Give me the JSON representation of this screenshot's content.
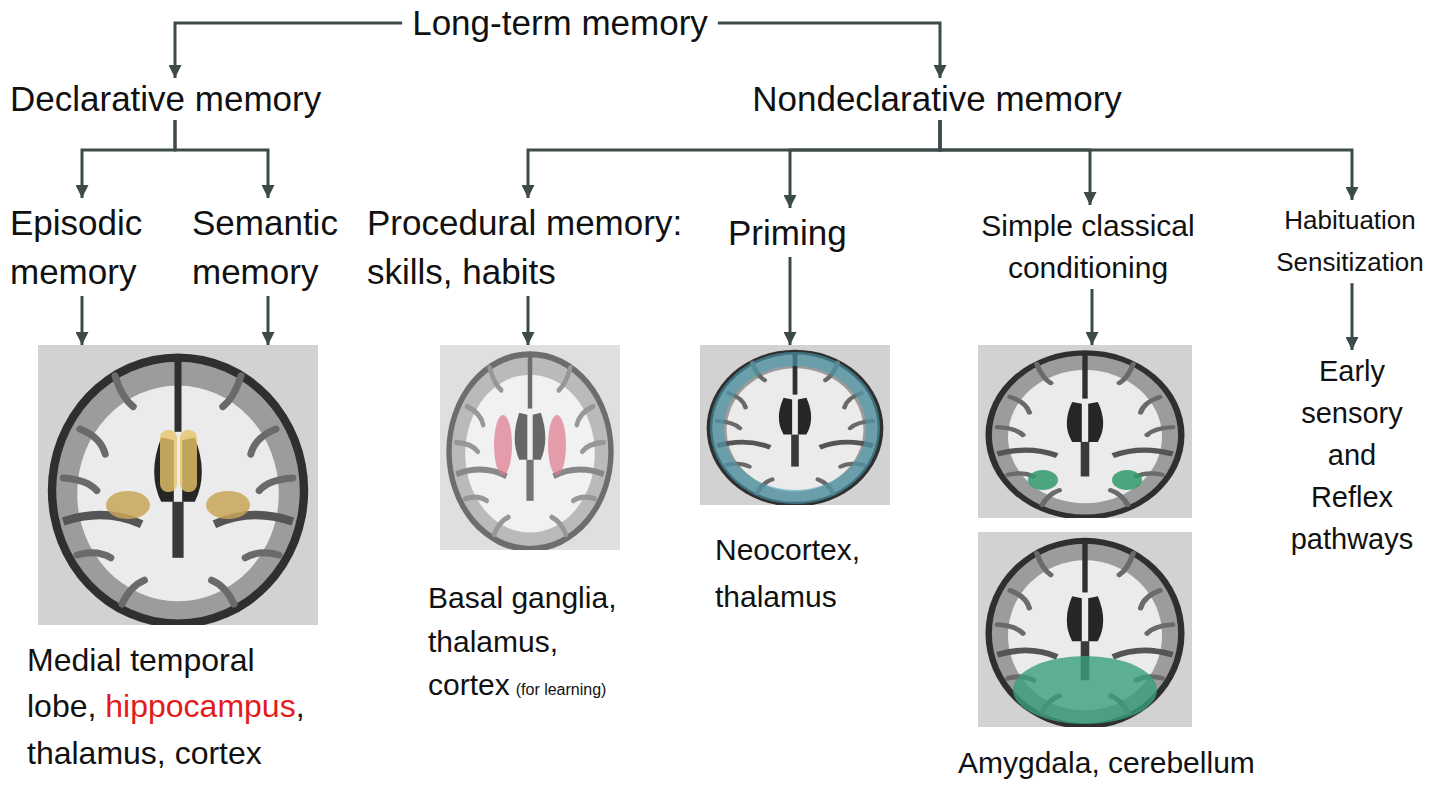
{
  "diagram": {
    "nodes": [
      {
        "text": [
          "Long-term memory"
        ]
      },
      {
        "text": [
          "Declarative memory"
        ]
      },
      {
        "text": [
          "Nondeclarative memory"
        ]
      },
      {
        "text": [
          "Episodic memory"
        ]
      },
      {
        "text": [
          "Semantic memory"
        ]
      },
      {
        "text": [
          "Procedural memory: skills, habits"
        ]
      },
      {
        "text": [
          "Priming"
        ]
      },
      {
        "text": [
          "Simple classical conditioning"
        ]
      },
      {
        "text": [
          "Habituation Sensitization"
        ]
      },
      {
        "text": [
          "Medial temporal lobe, hippocampus, thalamus, cortex"
        ]
      },
      {
        "text": [
          "Basal ganglia, thalamus, cortex",
          "(for learning)"
        ]
      },
      {
        "text": [
          "Neocortex, thalamus"
        ]
      },
      {
        "text": [
          "Amygdala, cerebellum"
        ]
      },
      {
        "text": [
          "Early sensory and Reflex pathways"
        ]
      }
    ],
    "edges": [
      {
        "from": 0,
        "to": 1,
        "arrow": "to"
      },
      {
        "from": 0,
        "to": 2,
        "arrow": "to"
      },
      {
        "from": 1,
        "to": 3,
        "arrow": "to"
      },
      {
        "from": 1,
        "to": 4,
        "arrow": "to"
      },
      {
        "from": 2,
        "to": 5,
        "arrow": "to"
      },
      {
        "from": 2,
        "to": 6,
        "arrow": "to"
      },
      {
        "from": 2,
        "to": 7,
        "arrow": "to"
      },
      {
        "from": 2,
        "to": 8,
        "arrow": "to"
      },
      {
        "from": 3,
        "to": 9,
        "arrow": "to"
      },
      {
        "from": 4,
        "to": 9,
        "arrow": "to"
      },
      {
        "from": 5,
        "to": 10,
        "arrow": "to"
      },
      {
        "from": 6,
        "to": 11,
        "arrow": "to"
      },
      {
        "from": 7,
        "to": 12,
        "arrow": "to"
      },
      {
        "from": 8,
        "to": 13,
        "arrow": "to"
      }
    ]
  }
}
